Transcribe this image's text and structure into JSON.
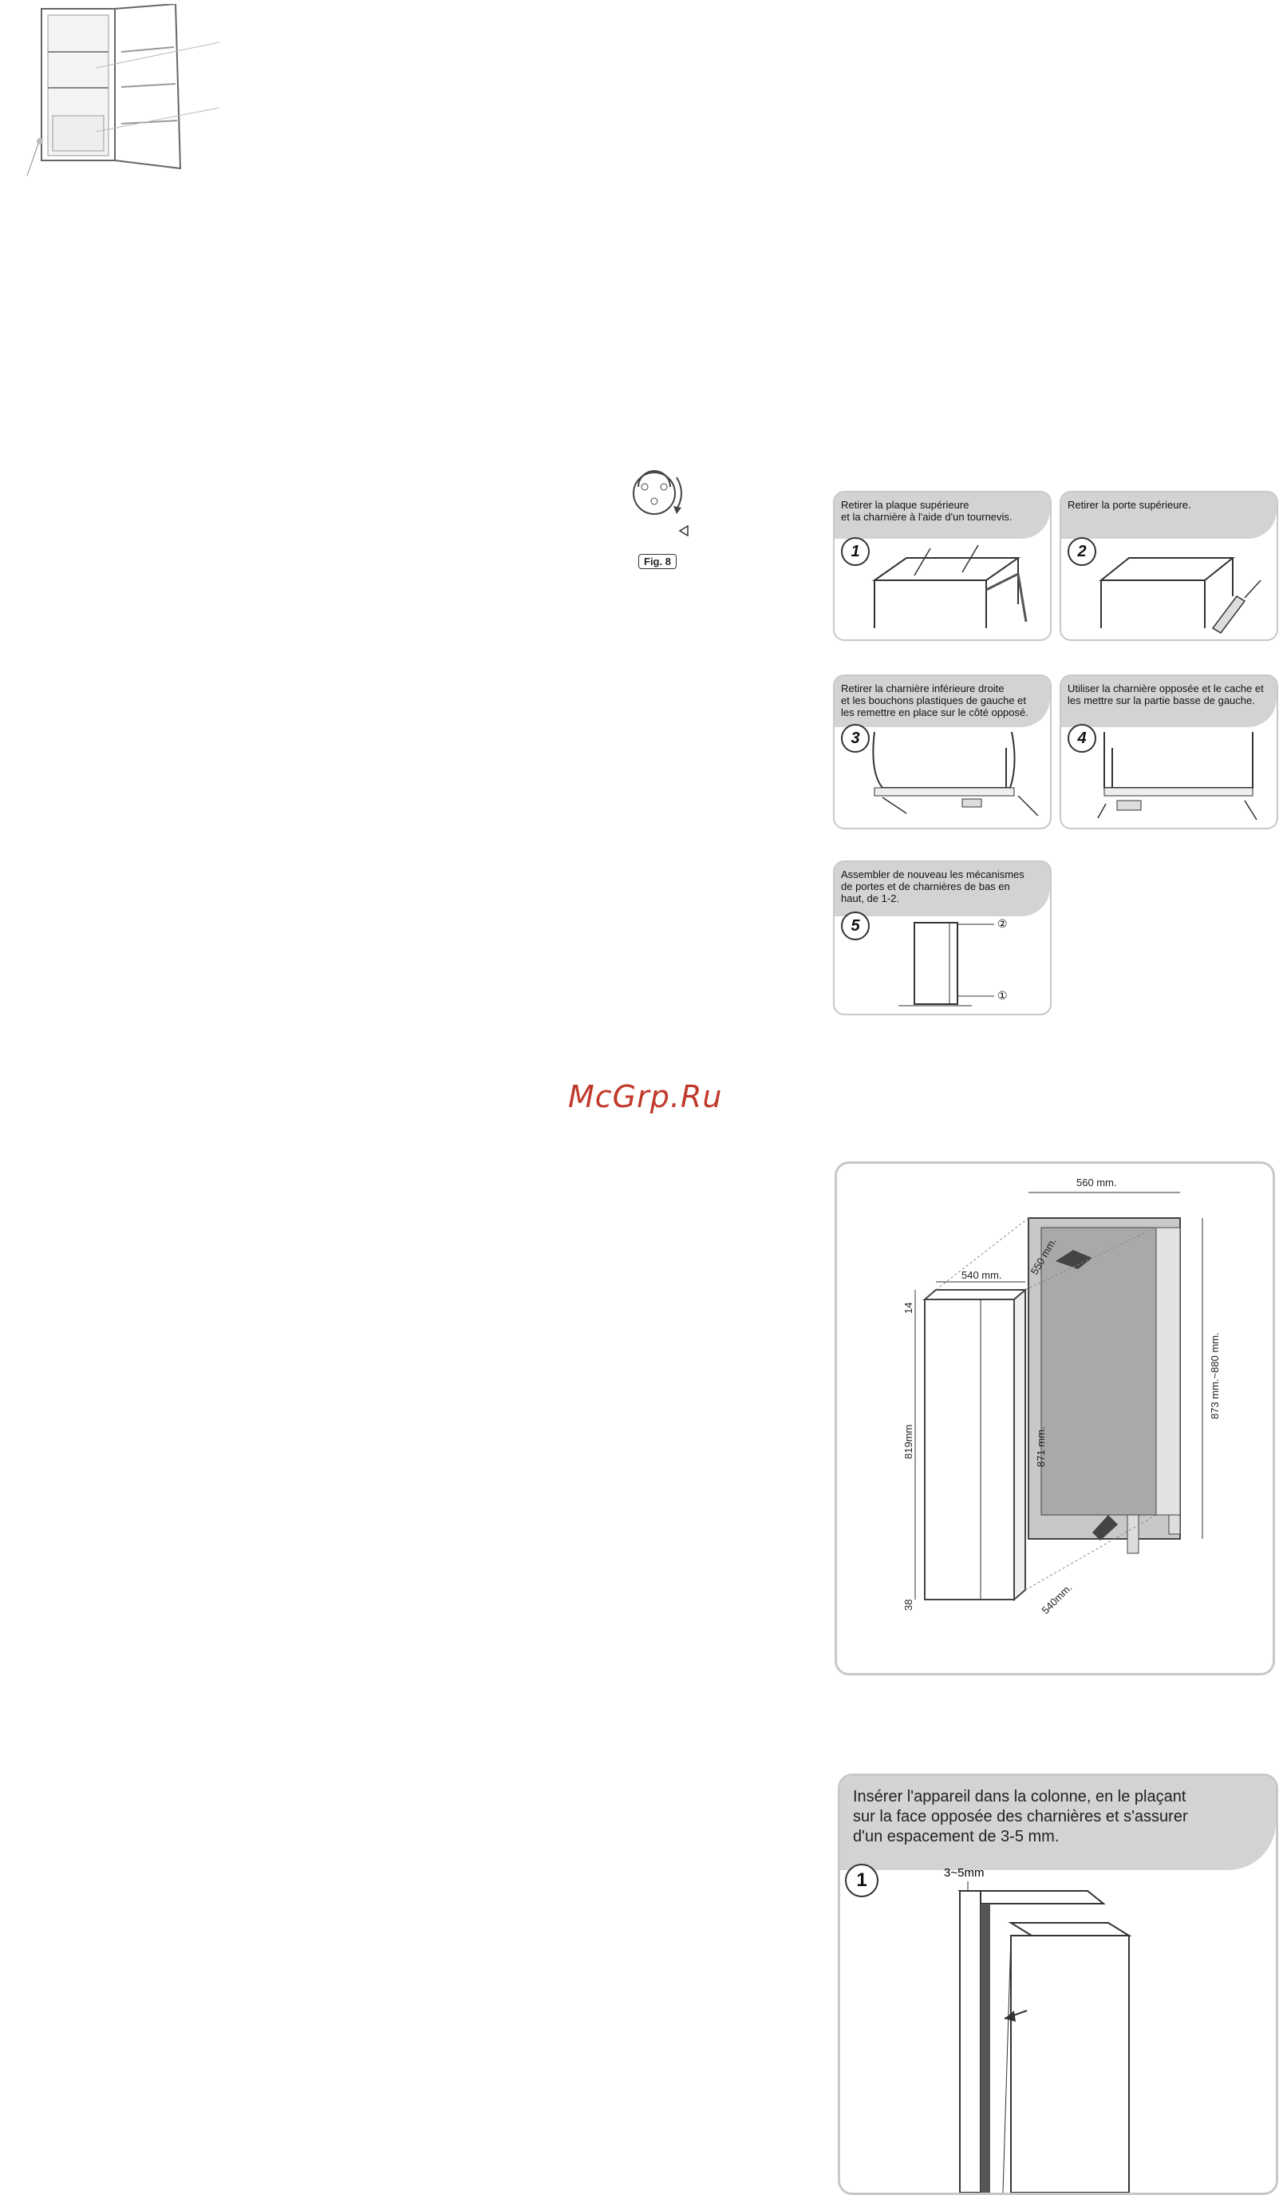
{
  "fig8": {
    "label": "Fig. 8"
  },
  "steps": [
    {
      "number": "1",
      "text": "Retirer la plaque supérieure\net la charnière à l'aide d'un tournevis."
    },
    {
      "number": "2",
      "text": "Retirer la porte supérieure."
    },
    {
      "number": "3",
      "text": "Retirer la charnière inférieure droite\net les bouchons plastiques de gauche et\nles remettre en place sur le côté opposé."
    },
    {
      "number": "4",
      "text": "Utiliser la charnière opposée et le cache et\nles mettre sur la partie basse de gauche."
    },
    {
      "number": "5",
      "text": "Assembler de nouveau les mécanismes\nde portes et de charnières de bas en\nhaut, de 1-2."
    }
  ],
  "step5_marks": {
    "top": "②",
    "bottom": "①"
  },
  "watermark": "McGrp.Ru",
  "dimensions": {
    "d560": "560 mm.",
    "d550": "550 mm.",
    "d540": "540 mm.",
    "d14": "14",
    "d819": "819mm",
    "d871": "871  mm.",
    "d873": "873  mm.~880  mm.",
    "d38": "38",
    "d540b": "540mm."
  },
  "install": {
    "text": "Insérer l'appareil dans la colonne, en le plaçant\nsur la face opposée des charnières et s'assurer\nd'un espacement de 3-5 mm.",
    "number": "1",
    "gap_label": "3~5mm"
  }
}
